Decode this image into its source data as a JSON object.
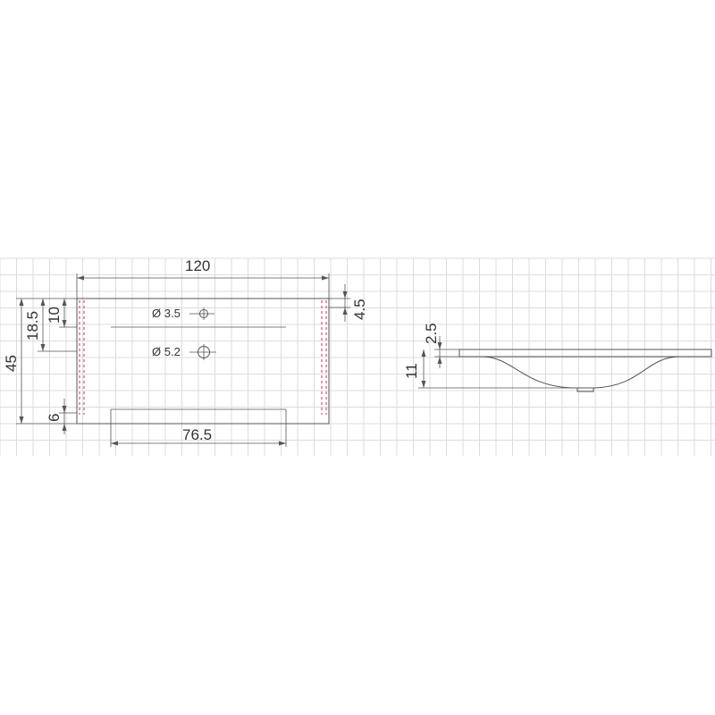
{
  "dimensions": {
    "width": "120",
    "depth": "45",
    "back_to_tap_hole": "18.5",
    "back_to_centerline": "10",
    "side_offset": "4.5",
    "front_offset": "6",
    "bowl_width": "76.5",
    "tap_hole": "Ø 3.5",
    "drain_hole": "Ø 5.2",
    "slab_thickness": "2.5",
    "basin_depth": "11"
  },
  "colors": {
    "line": "#555555",
    "grid": "#dcdcdc",
    "hidden_edge": "#c0306a"
  }
}
